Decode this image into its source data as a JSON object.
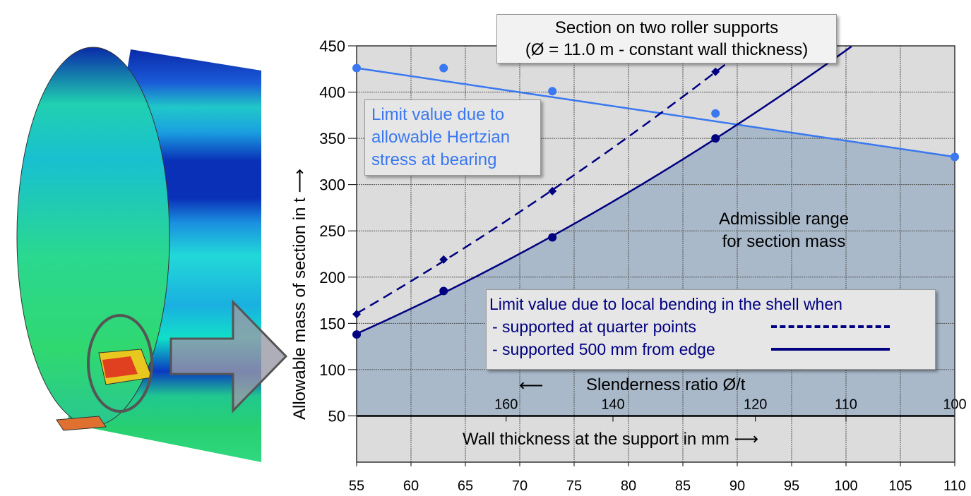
{
  "chart_data": {
    "type": "line",
    "title": "Section on two roller supports",
    "subtitle": "(Ø = 11.0 m - constant wall thickness)",
    "xlabel": "Wall thickness at the support in mm",
    "ylabel": "Allowable mass of section in t",
    "secondary_xlabel": "Slenderness ratio Ø/t",
    "xlim": [
      55,
      110
    ],
    "ylim": [
      0,
      450
    ],
    "x_ticks": [
      55,
      60,
      65,
      70,
      75,
      80,
      85,
      90,
      95,
      100,
      105,
      110
    ],
    "y_ticks": [
      50,
      100,
      150,
      200,
      250,
      300,
      350,
      400,
      450
    ],
    "secondary_x_ticks": [
      160,
      140,
      120,
      110,
      100
    ],
    "grid": true,
    "series": [
      {
        "name": "Limit value due to allowable Hertzian stress at bearing",
        "color": "#3a78f0",
        "style": "solid",
        "marker": "circle",
        "x": [
          55,
          63,
          73,
          88,
          110
        ],
        "y": [
          426,
          426,
          401,
          377,
          330
        ],
        "fit": [
          [
            55,
            426
          ],
          [
            110,
            330
          ]
        ]
      },
      {
        "name": "supported at quarter points",
        "color": "#000080",
        "style": "dashed",
        "marker": "diamond",
        "x": [
          55,
          63,
          73,
          88
        ],
        "y": [
          160,
          219,
          293,
          422
        ]
      },
      {
        "name": "supported 500 mm from edge",
        "color": "#000080",
        "style": "solid",
        "marker": "circle",
        "x": [
          55,
          63,
          73,
          88
        ],
        "y": [
          138,
          185,
          243,
          350
        ]
      }
    ],
    "annotations": {
      "hertz": [
        "Limit value due to",
        "allowable Hertzian",
        "stress at bearing"
      ],
      "bending_title": "Limit value due to local bending in the shell when",
      "bending_quarter": "- supported at quarter points",
      "bending_edge": "- supported 500 mm from edge",
      "admissible": [
        "Admissible range",
        "for section mass"
      ]
    },
    "colors": {
      "plot_bg": "#dcdcdc",
      "admissible_fill": "#a9b9c9",
      "hertz": "#3a78f0",
      "bending": "#000080"
    }
  }
}
